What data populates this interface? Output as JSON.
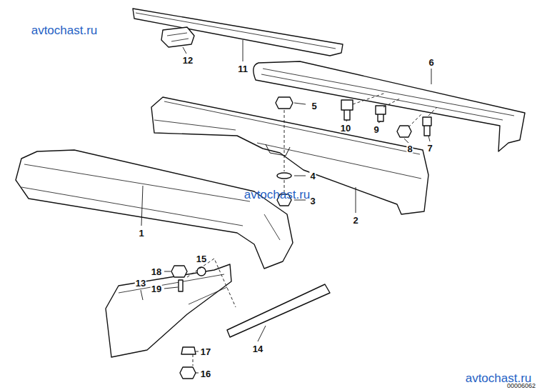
{
  "diagram": {
    "labels": [
      "avtochast.ru",
      "12",
      "11",
      "6",
      "5",
      "10",
      "9",
      "8",
      "7",
      "4",
      "3",
      "avtochast.ru",
      "2",
      "1",
      "15",
      "18",
      "13",
      "19",
      "14",
      "17",
      "16",
      "avtochast.ru",
      "00006062"
    ]
  }
}
